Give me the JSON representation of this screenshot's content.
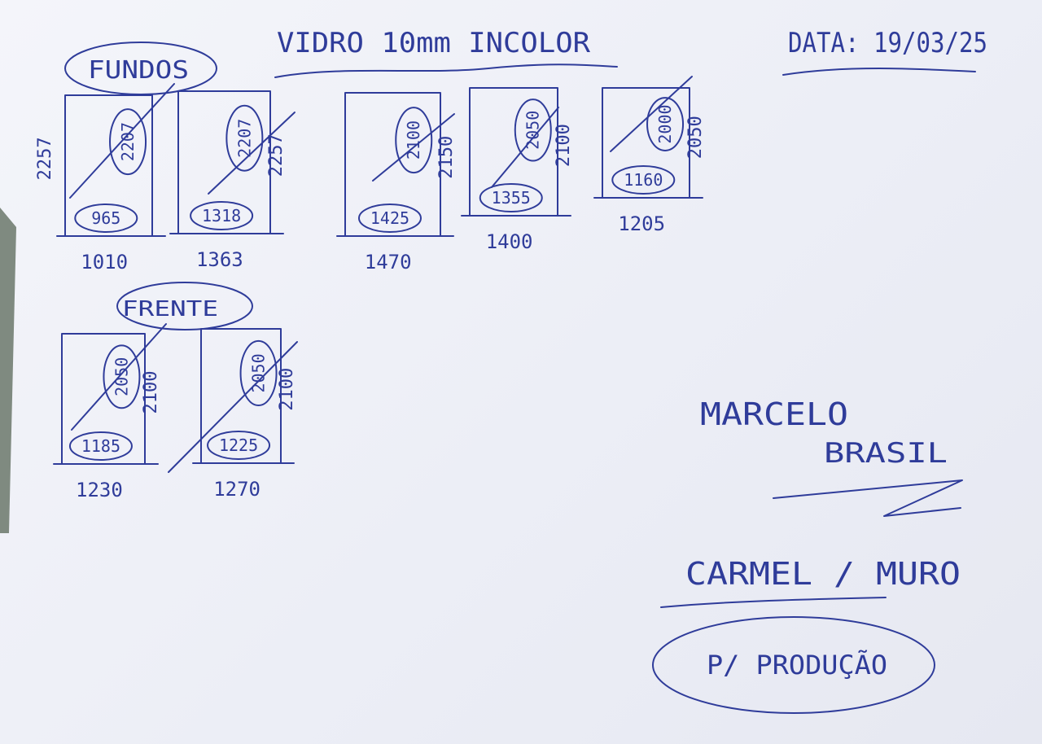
{
  "header": {
    "title": "VIDRO 10mm INCOLOR",
    "date": "DATA: 19/03/25"
  },
  "sections": [
    {
      "label": "FUNDOS",
      "panels": [
        {
          "inner_height": "2207",
          "inner_width": "965",
          "outer_height": "2257",
          "outer_width": "1010"
        },
        {
          "inner_height": "2207",
          "inner_width": "1318",
          "outer_height": "2257",
          "outer_width": "1363"
        },
        {
          "inner_height": "2100",
          "inner_width": "1425",
          "outer_height": "2150",
          "outer_width": "1470"
        },
        {
          "inner_height": "2050",
          "inner_width": "1355",
          "outer_height": "2100",
          "outer_width": "1400"
        },
        {
          "inner_height": "2000",
          "inner_width": "1160",
          "outer_height": "2050",
          "outer_width": "1205"
        }
      ]
    },
    {
      "label": "FRENTE",
      "panels": [
        {
          "inner_height": "2050",
          "inner_width": "1185",
          "outer_height": "2100",
          "outer_width": "1230"
        },
        {
          "inner_height": "2050",
          "inner_width": "1225",
          "outer_height": "2100",
          "outer_width": "1270"
        }
      ]
    }
  ],
  "signature": {
    "line1": "MARCELO",
    "line2": "BRASIL"
  },
  "client": "CARMEL / MURO",
  "stamp": "P/ PRODUÇÃO",
  "colors": {
    "ink": "#2f3c9a",
    "paper": "#f1f2f8"
  }
}
